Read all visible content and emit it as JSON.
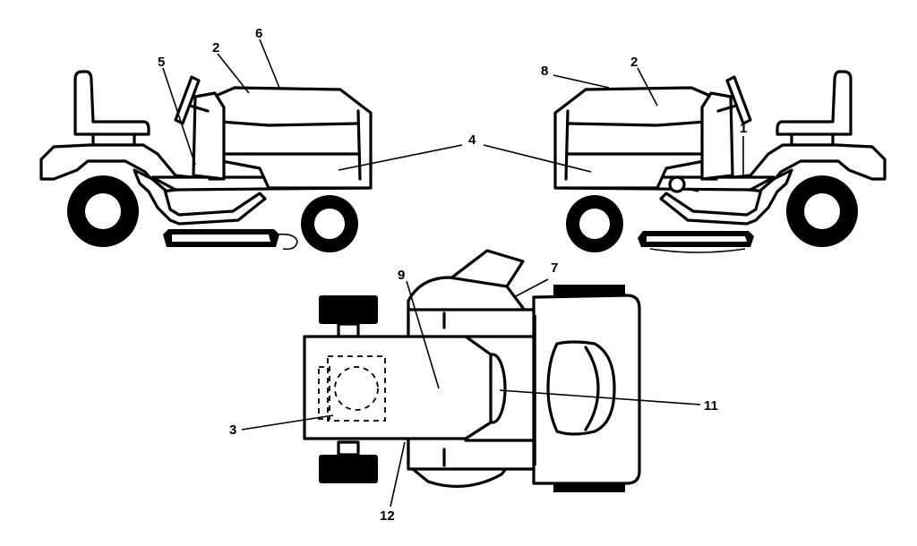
{
  "callouts": [
    {
      "id": "1",
      "label": "1"
    },
    {
      "id": "2a",
      "label": "2"
    },
    {
      "id": "2b",
      "label": "2"
    },
    {
      "id": "3",
      "label": "3"
    },
    {
      "id": "4",
      "label": "4"
    },
    {
      "id": "5",
      "label": "5"
    },
    {
      "id": "6",
      "label": "6"
    },
    {
      "id": "7",
      "label": "7"
    },
    {
      "id": "8",
      "label": "8"
    },
    {
      "id": "9",
      "label": "9"
    },
    {
      "id": "11",
      "label": "11"
    },
    {
      "id": "12",
      "label": "12"
    }
  ]
}
